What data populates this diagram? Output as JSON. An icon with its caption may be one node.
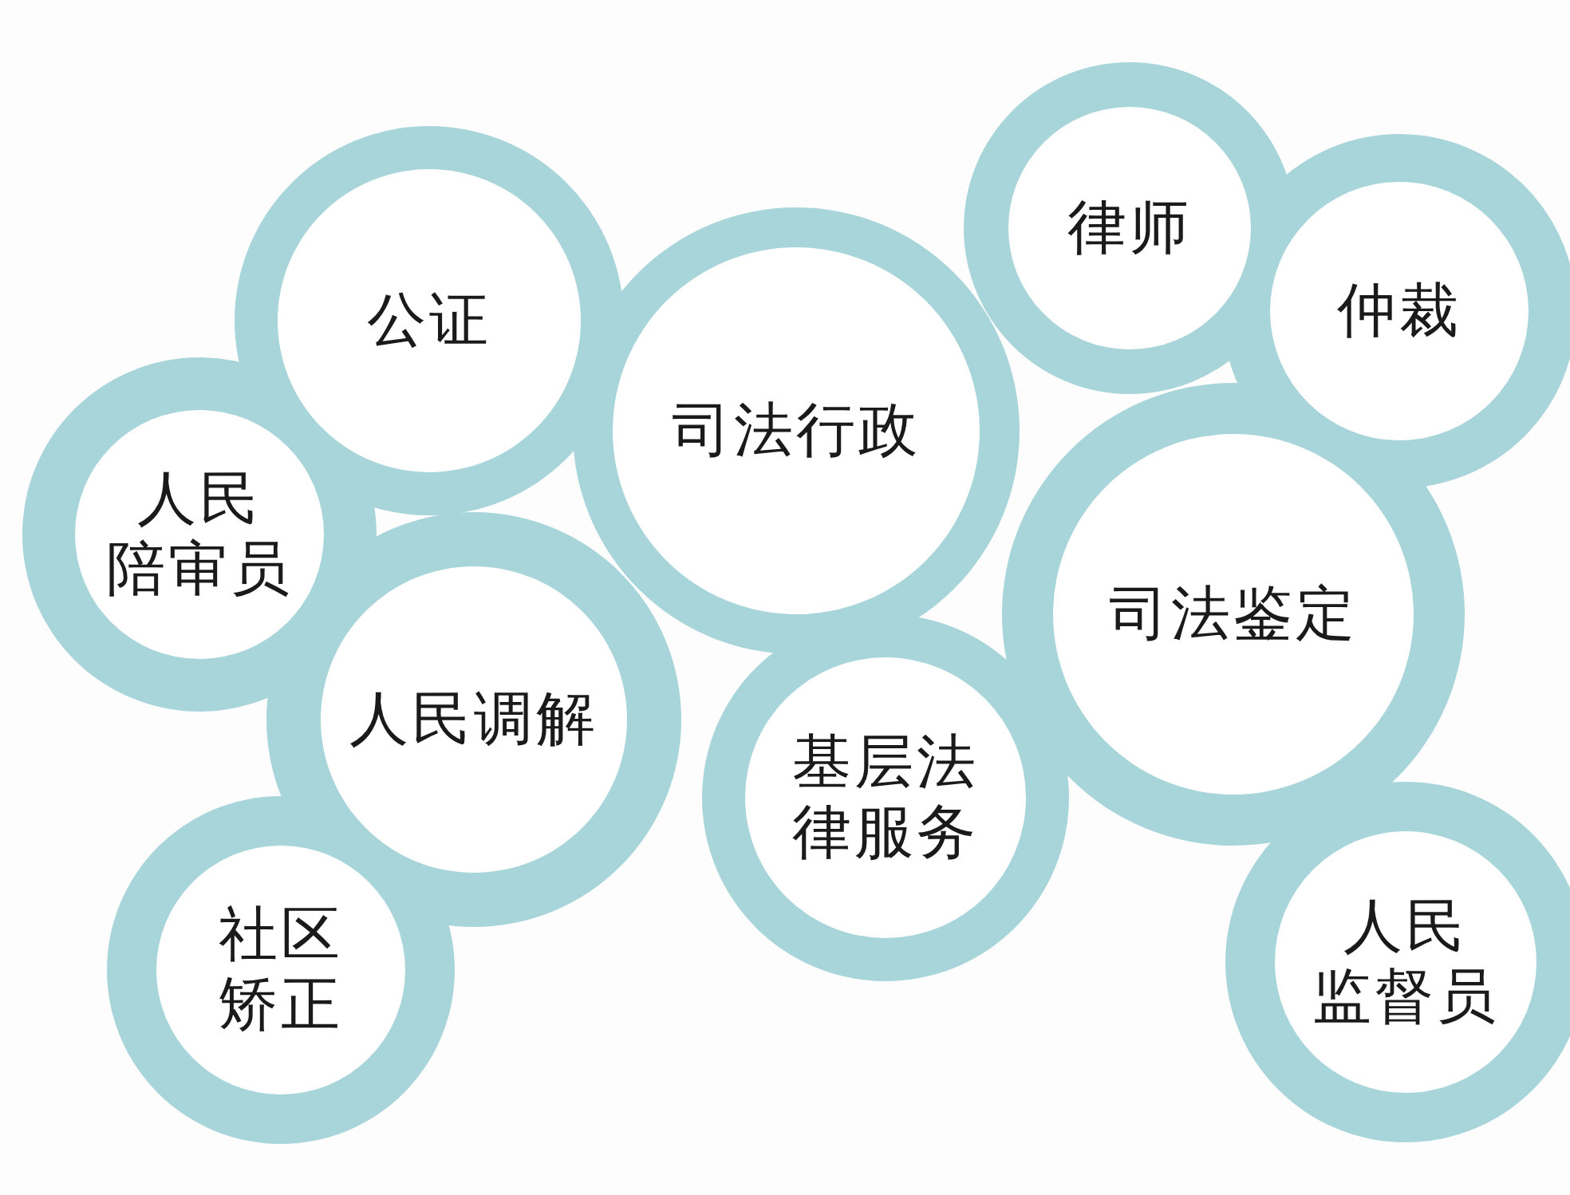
{
  "diagram": {
    "nodes": [
      {
        "text": [
          "公证"
        ]
      },
      {
        "text": [
          "人民陪审员"
        ]
      },
      {
        "text": [
          "司法行政"
        ]
      },
      {
        "text": [
          "律师"
        ]
      },
      {
        "text": [
          "仲裁"
        ]
      },
      {
        "text": [
          "人民调解"
        ]
      },
      {
        "text": [
          "司法鉴定"
        ]
      },
      {
        "text": [
          "基层法律服务"
        ]
      },
      {
        "text": [
          "社区矫正"
        ]
      },
      {
        "text": [
          "人民监督员"
        ]
      }
    ]
  }
}
